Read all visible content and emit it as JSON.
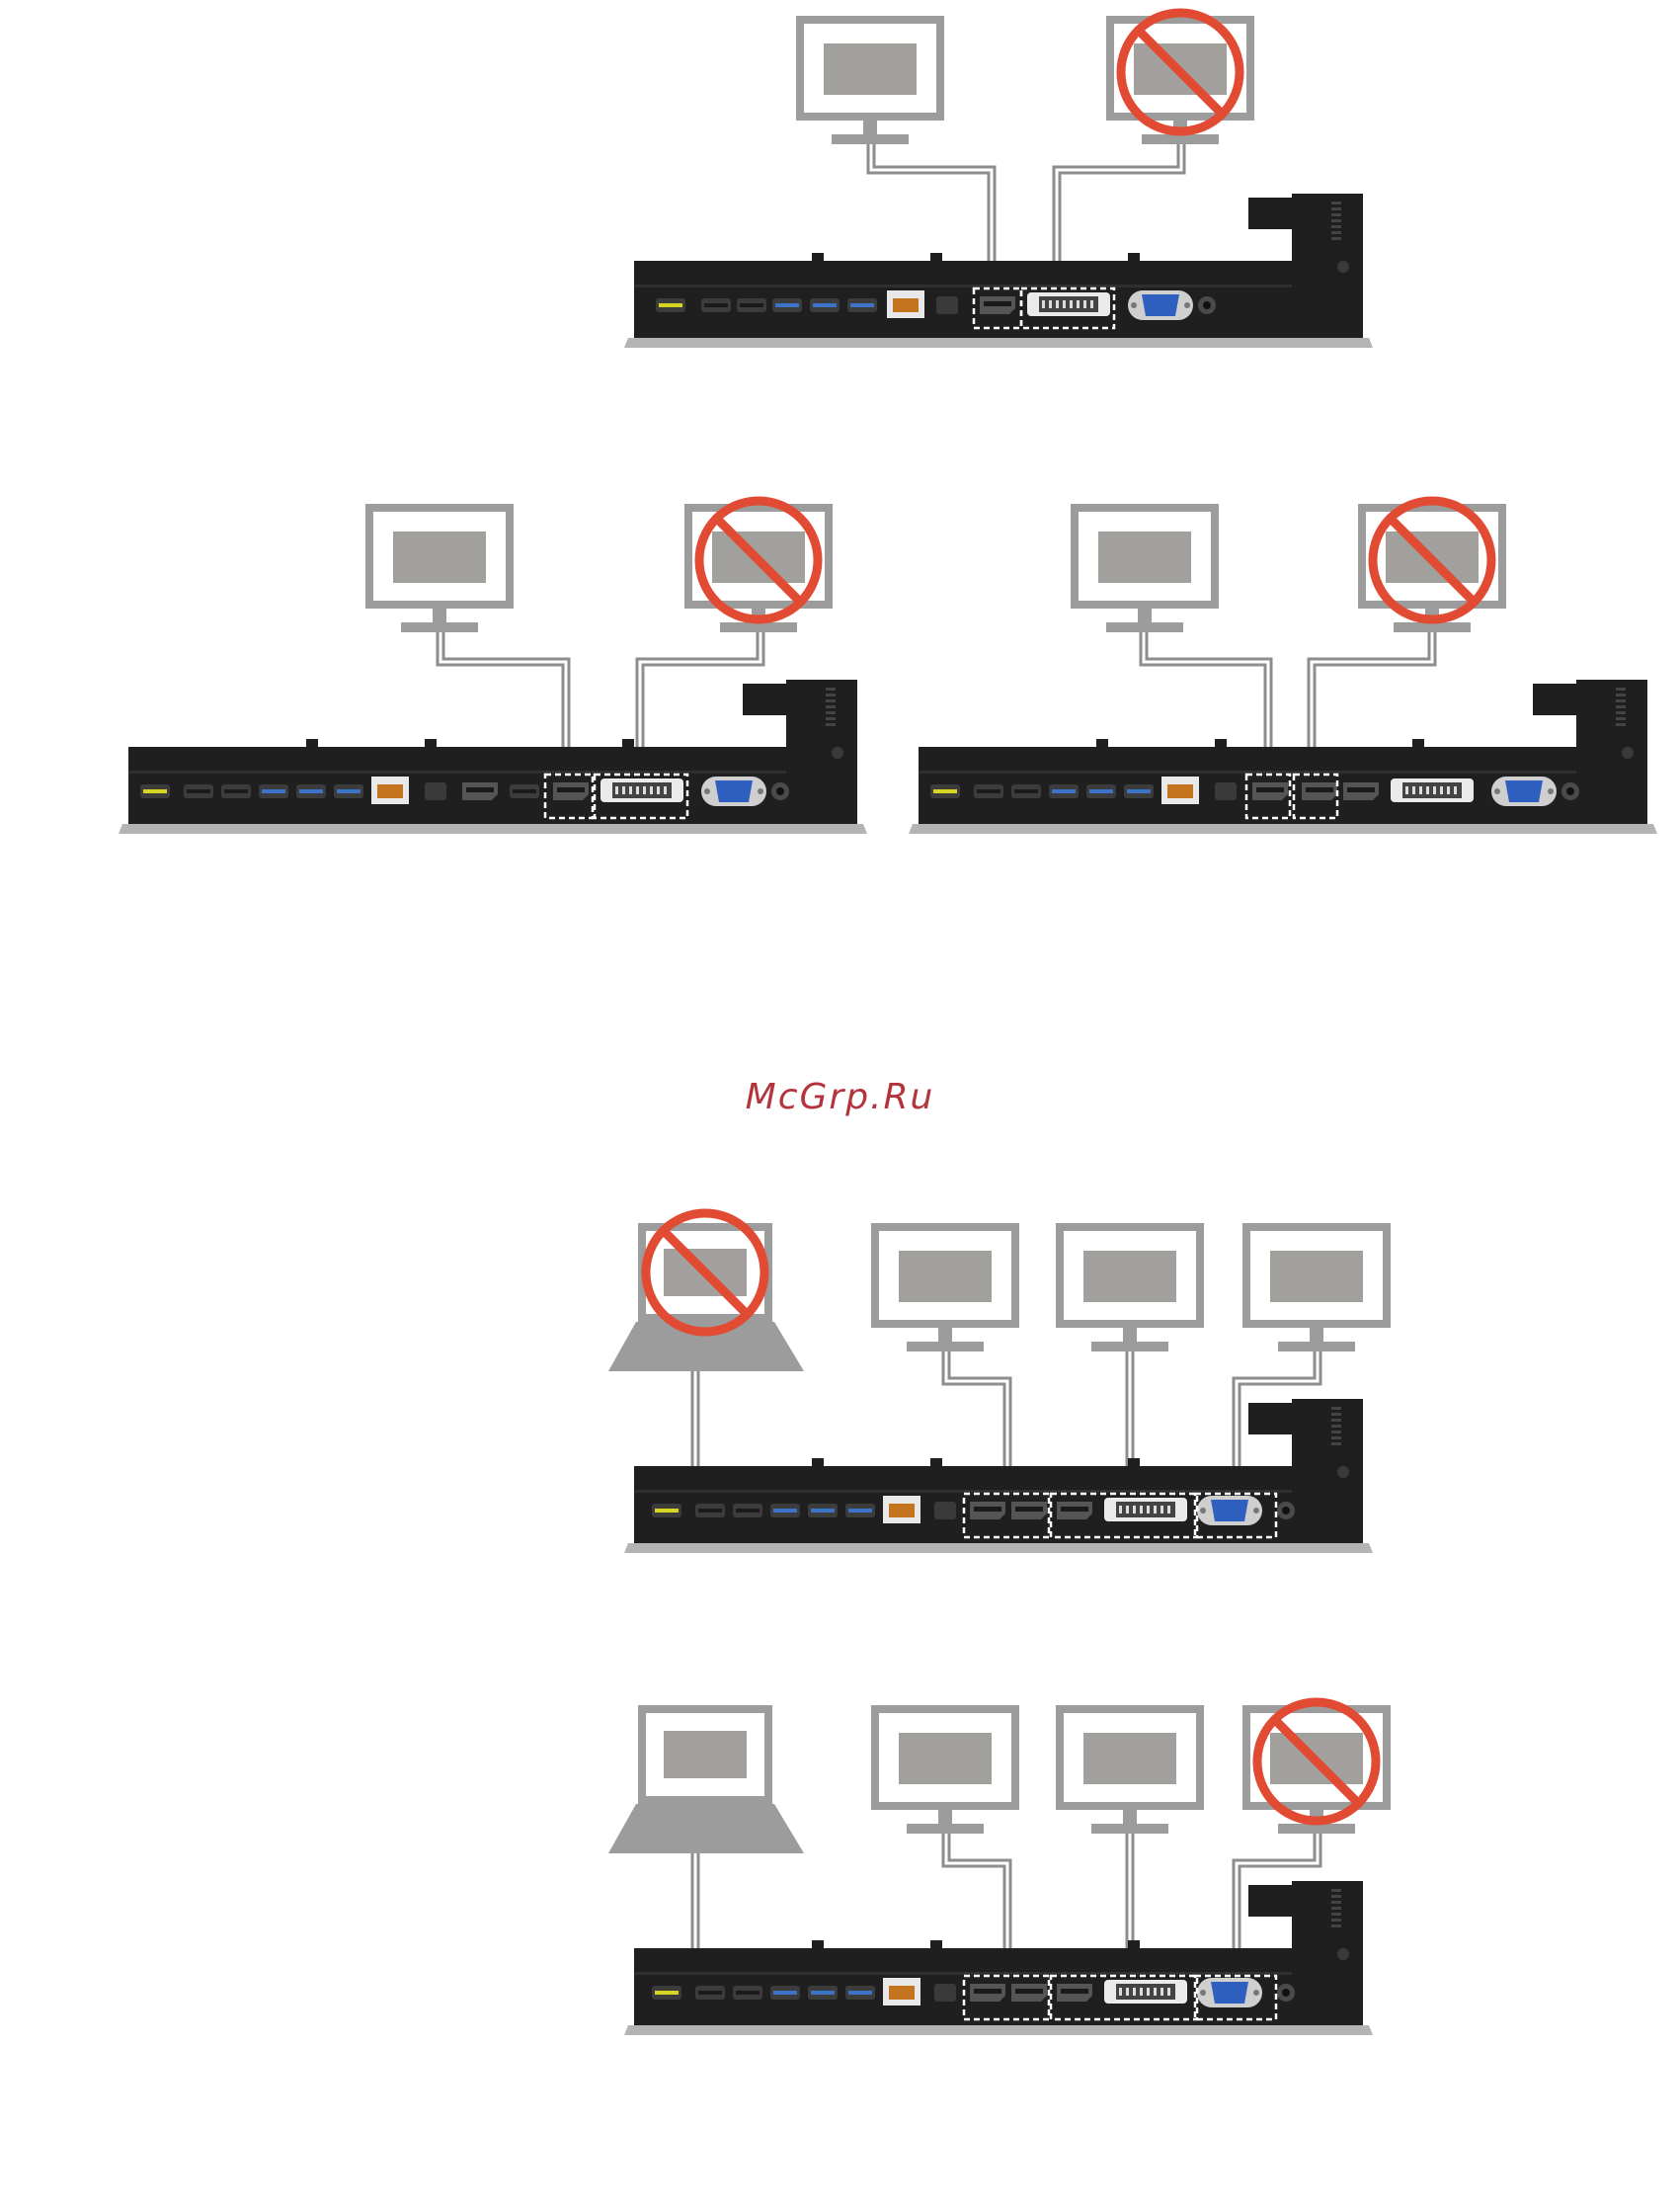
{
  "watermark": {
    "text": "McGrp.Ru"
  },
  "colors": {
    "dock": "#1f1f1f",
    "dock_dark": "#111111",
    "dock_shadow": "#b4b4b4",
    "port_dark": "#3c3c3c",
    "usb3_blue": "#3b74c9",
    "power_yellow": "#d8d422",
    "rj45_orange": "#c4741e",
    "vga_blue": "#2f5fbf",
    "dvi_light": "#eaeaea",
    "monitor_gray": "#9c9c9c",
    "screen_gray": "#a1a09c",
    "cable": "#8e8e8e",
    "prohibit_red": "#e24b33"
  },
  "diagrams": [
    {
      "id": "diagram-1",
      "displays": [
        {
          "type": "monitor",
          "state": "active",
          "icon": "monitor-icon"
        },
        {
          "type": "monitor",
          "state": "disabled",
          "icon": "monitor-icon"
        }
      ],
      "highlighted_ports": [
        "displayport",
        "dvi"
      ]
    },
    {
      "id": "diagram-2",
      "displays": [
        {
          "type": "monitor",
          "state": "active",
          "icon": "monitor-icon"
        },
        {
          "type": "monitor",
          "state": "disabled",
          "icon": "monitor-icon"
        }
      ],
      "highlighted_ports": [
        "displayport",
        "dvi"
      ]
    },
    {
      "id": "diagram-3",
      "displays": [
        {
          "type": "monitor",
          "state": "active",
          "icon": "monitor-icon"
        },
        {
          "type": "monitor",
          "state": "disabled",
          "icon": "monitor-icon"
        }
      ],
      "highlighted_ports": [
        "displayport",
        "displayport"
      ]
    },
    {
      "id": "diagram-4",
      "displays": [
        {
          "type": "laptop",
          "state": "disabled",
          "icon": "laptop-icon"
        },
        {
          "type": "monitor",
          "state": "active",
          "icon": "monitor-icon"
        },
        {
          "type": "monitor",
          "state": "active",
          "icon": "monitor-icon"
        },
        {
          "type": "monitor",
          "state": "active",
          "icon": "monitor-icon"
        }
      ],
      "highlighted_ports": [
        "displayport",
        "dvi",
        "vga"
      ]
    },
    {
      "id": "diagram-5",
      "displays": [
        {
          "type": "laptop",
          "state": "active",
          "icon": "laptop-icon"
        },
        {
          "type": "monitor",
          "state": "active",
          "icon": "monitor-icon"
        },
        {
          "type": "monitor",
          "state": "active",
          "icon": "monitor-icon"
        },
        {
          "type": "monitor",
          "state": "disabled",
          "icon": "monitor-icon"
        }
      ],
      "highlighted_ports": [
        "displayport",
        "dvi",
        "vga"
      ]
    }
  ]
}
